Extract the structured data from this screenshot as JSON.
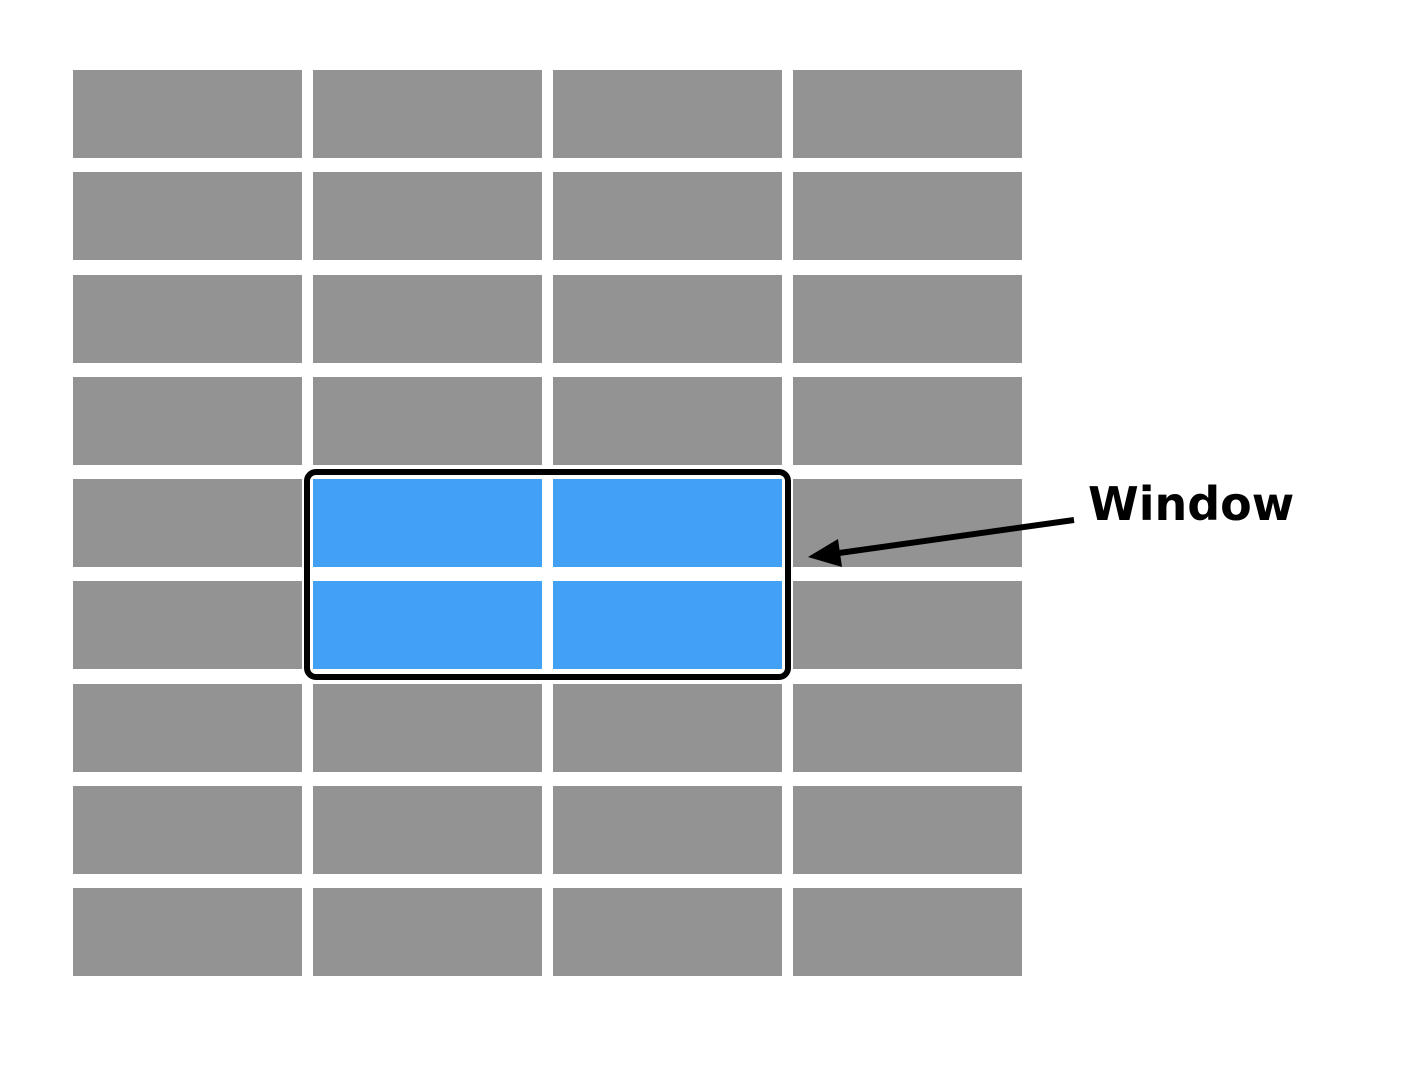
{
  "colors": {
    "background": "#ffffff",
    "cell": "#939393",
    "highlight": "#42a1f5",
    "outline": "#000000",
    "arrow": "#000000"
  },
  "grid": {
    "rows": 9,
    "cols": 4,
    "highlighted_cells": [
      [
        4,
        1
      ],
      [
        4,
        2
      ],
      [
        5,
        1
      ],
      [
        5,
        2
      ]
    ]
  },
  "annotation": {
    "label": "Window"
  }
}
